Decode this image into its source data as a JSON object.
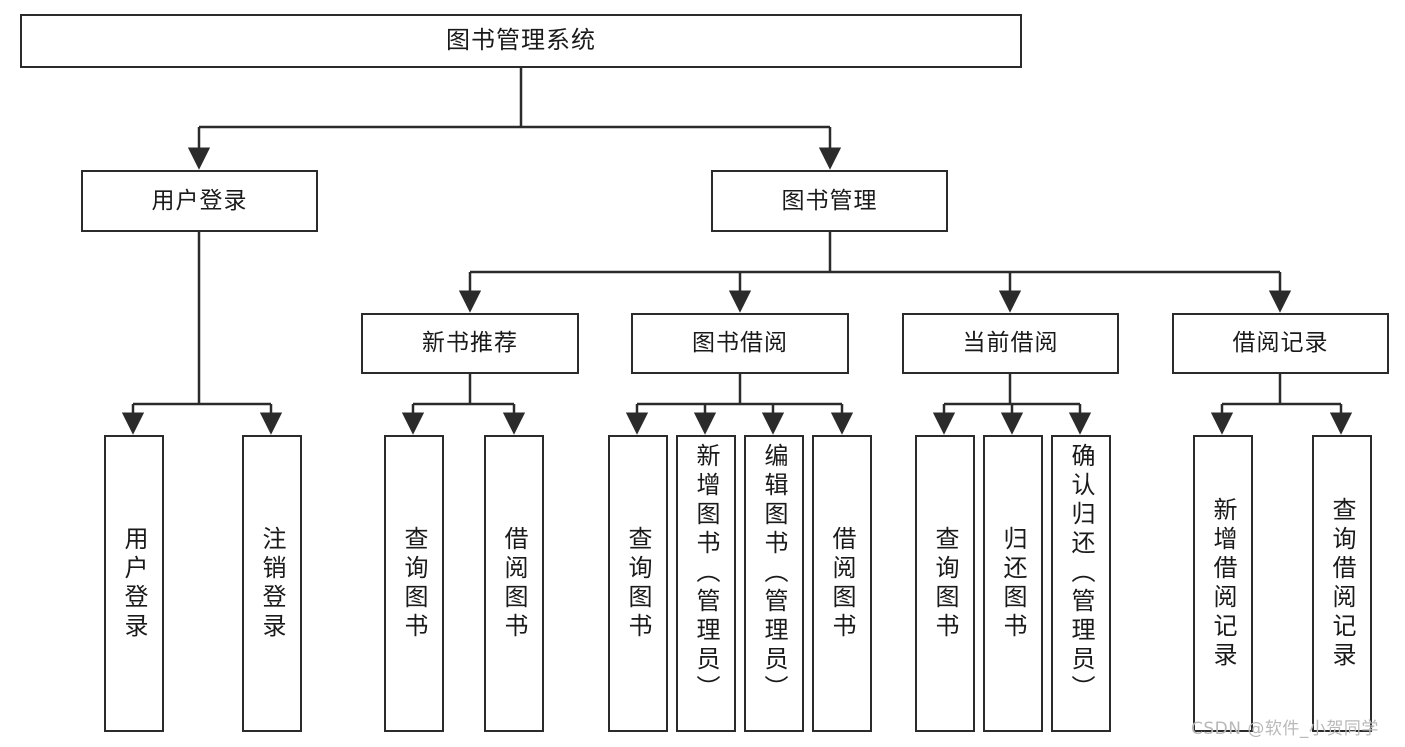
{
  "diagram": {
    "title": "图书管理系统",
    "type": "tree-hierarchy",
    "orientation": "top-down",
    "line_color": "#2b2b2b",
    "box_border_color": "#2b2b2b",
    "box_fill_color": "#ffffff",
    "background_color": "#ffffff",
    "text_color": "#1a1a1a"
  },
  "nodes": {
    "root": {
      "label": "图书管理系统"
    },
    "level1": [
      {
        "label": "用户登录"
      },
      {
        "label": "图书管理"
      }
    ],
    "level2": [
      {
        "label": "新书推荐"
      },
      {
        "label": "图书借阅"
      },
      {
        "label": "当前借阅"
      },
      {
        "label": "借阅记录"
      }
    ],
    "leaves": {
      "user_login": [
        {
          "label": "用户登录"
        },
        {
          "label": "注销登录"
        }
      ],
      "new_book_recommend": [
        {
          "label": "查询图书"
        },
        {
          "label": "借阅图书"
        }
      ],
      "book_borrow": [
        {
          "label": "查询图书"
        },
        {
          "label": "新增图书（管理员）"
        },
        {
          "label": "编辑图书（管理员）"
        },
        {
          "label": "借阅图书"
        }
      ],
      "current_borrow": [
        {
          "label": "查询图书"
        },
        {
          "label": "归还图书"
        },
        {
          "label": "确认归还（管理员）"
        }
      ],
      "borrow_record": [
        {
          "label": "新增借阅记录"
        },
        {
          "label": "查询借阅记录"
        }
      ]
    }
  },
  "watermark": {
    "text": "CSDN @软件_小贺同学"
  }
}
